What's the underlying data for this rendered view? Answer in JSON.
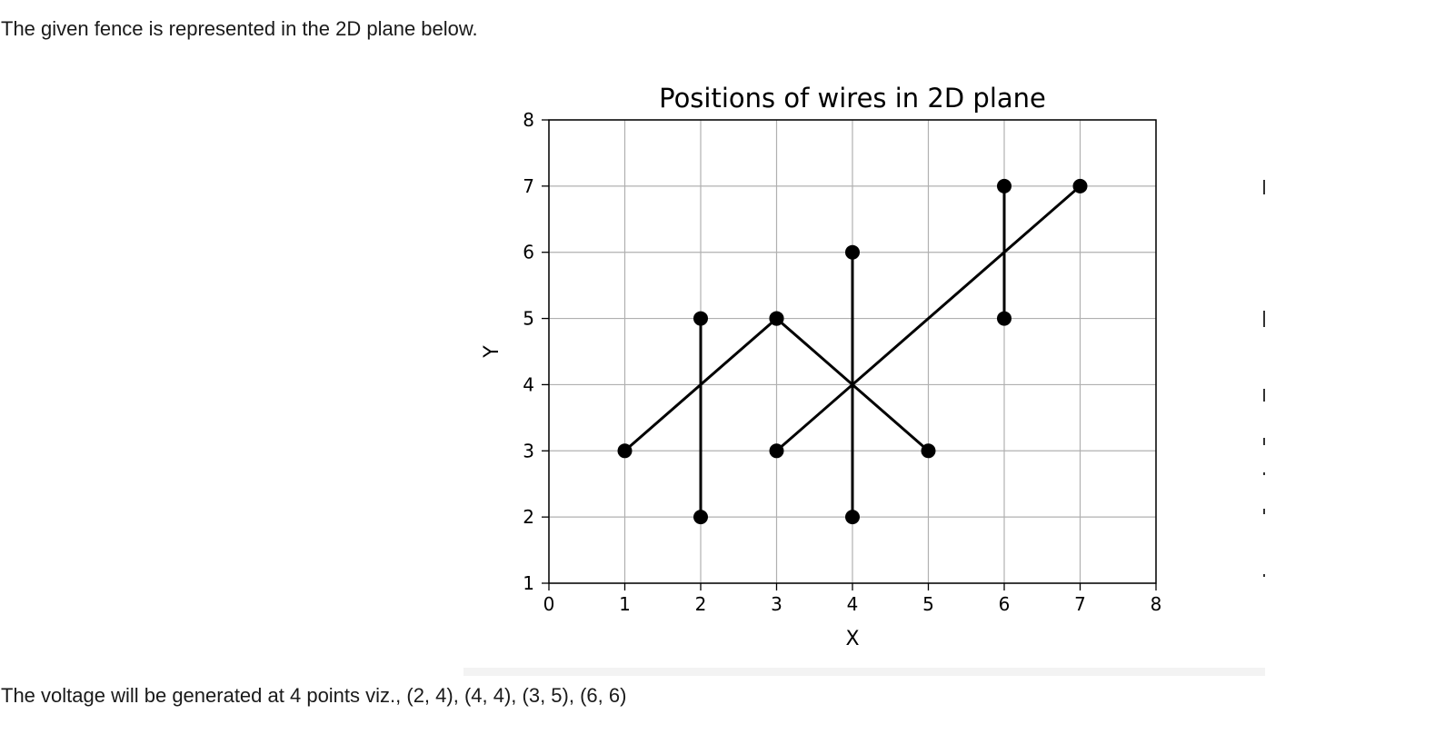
{
  "intro": "The given fence is represented in the 2D plane below.",
  "outro": "The voltage will be generated at 4 points viz., (2, 4), (4, 4), (3, 5), (6, 6)",
  "chart_data": {
    "type": "line",
    "title": "Positions of wires in 2D plane",
    "xlabel": "X",
    "ylabel": "Y",
    "xlim": [
      0,
      8
    ],
    "ylim": [
      1,
      8
    ],
    "xticks": [
      "0",
      "1",
      "2",
      "3",
      "4",
      "5",
      "6",
      "7",
      "8"
    ],
    "yticks": [
      "1",
      "2",
      "3",
      "4",
      "5",
      "6",
      "7",
      "8"
    ],
    "grid": true,
    "legend": "none",
    "line_color": "#000000",
    "grid_color": "#b0b0b0",
    "wires": [
      {
        "x1": 1,
        "y1": 3,
        "x2": 3,
        "y2": 5
      },
      {
        "x1": 2,
        "y1": 2,
        "x2": 2,
        "y2": 5
      },
      {
        "x1": 3,
        "y1": 5,
        "x2": 5,
        "y2": 3
      },
      {
        "x1": 3,
        "y1": 3,
        "x2": 7,
        "y2": 7
      },
      {
        "x1": 4,
        "y1": 2,
        "x2": 4,
        "y2": 6
      },
      {
        "x1": 6,
        "y1": 5,
        "x2": 6,
        "y2": 7
      }
    ]
  }
}
